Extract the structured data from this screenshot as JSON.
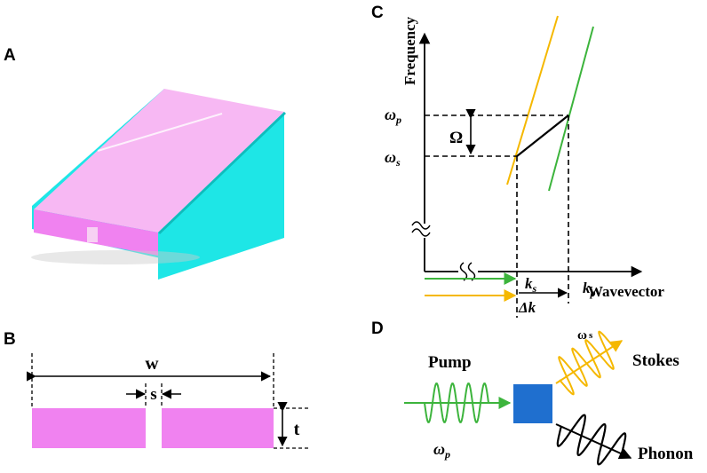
{
  "panels": {
    "a": {
      "letter": "A"
    },
    "b": {
      "letter": "B",
      "width_label": "w",
      "gap_label": "s",
      "thickness_label": "t"
    },
    "c": {
      "letter": "C",
      "y_axis_label": "Frequency",
      "x_axis_label": "Wavevector",
      "omega_p": "ω",
      "omega_p_sub": "p",
      "omega_s": "ω",
      "omega_s_sub": "s",
      "Omega": "Ω",
      "k_s": "k",
      "k_s_sub": "s",
      "k_p": "k",
      "k_p_sub": "p",
      "delta_k": "Δk"
    },
    "d": {
      "letter": "D",
      "pump": "Pump",
      "stokes": "Stokes",
      "phonon": "Phonon",
      "omega_p": "ω",
      "omega_p_sub": "p",
      "omega_s": "ω",
      "omega_s_sub": "s"
    }
  },
  "colors": {
    "pink": "#f082f0",
    "pink_light": "#f7b8f3",
    "cyan": "#1ee6e6",
    "green": "#3cb43c",
    "yellow": "#f5b800",
    "blue": "#1f6fcf",
    "black": "#000000"
  }
}
